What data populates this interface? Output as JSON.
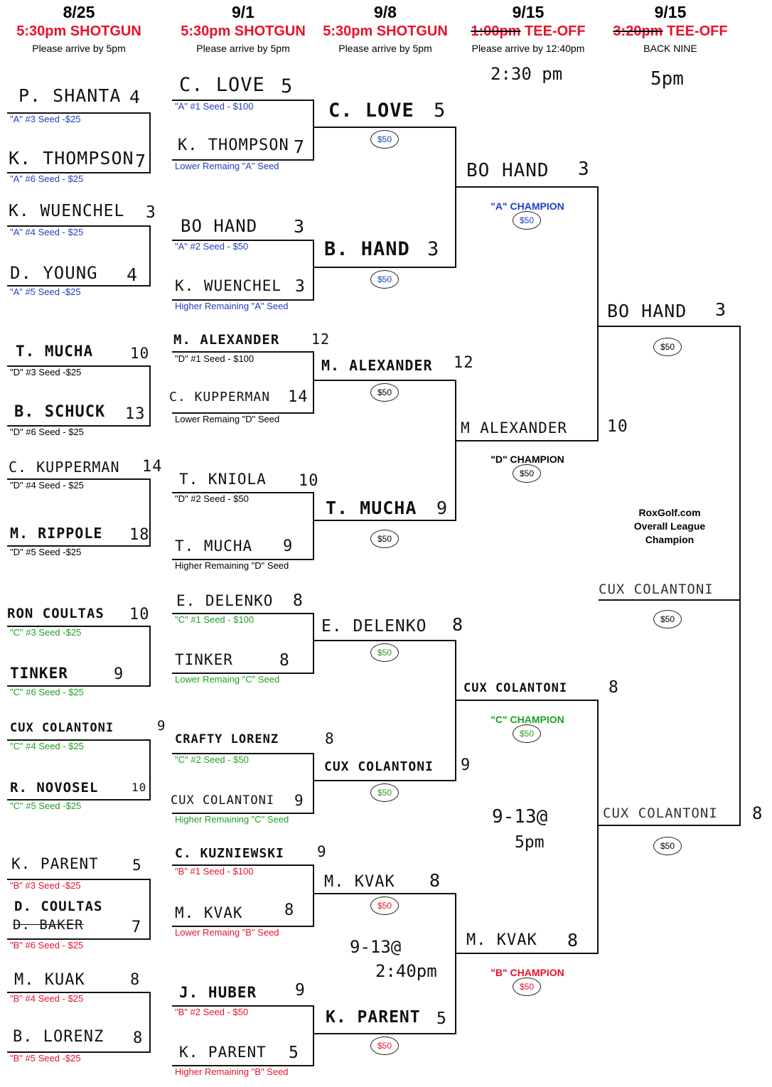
{
  "headers": [
    {
      "date": "8/25",
      "time": "5:30pm SHOTGUN",
      "arrive": "Please arrive by 5pm"
    },
    {
      "date": "9/1",
      "time": "5:30pm SHOTGUN",
      "arrive": "Please arrive by 5pm"
    },
    {
      "date": "9/8",
      "time": "5:30pm SHOTGUN",
      "arrive": "Please arrive by 5pm"
    },
    {
      "date": "9/15",
      "time_struck": "1:00pm",
      "time": "TEE-OFF",
      "arrive": "Please arrive by 12:40pm",
      "note": "2:30 pm"
    },
    {
      "date": "9/15",
      "time_struck": "3:20pm",
      "time": "TEE-OFF",
      "arrive": "BACK NINE",
      "note": "5pm"
    }
  ],
  "round1": {
    "m1": {
      "top": {
        "name": "P. SHANTA",
        "score": "4",
        "seed": "\"A\" #3 Seed -$25"
      },
      "bottom": {
        "name": "K. THOMPSON",
        "score": "7",
        "seed": "\"A\" #6 Seed - $25"
      }
    },
    "m2": {
      "top": {
        "name": "K. WUENCHEL",
        "score": "3",
        "seed": "\"A\" #4 Seed - $25"
      },
      "bottom": {
        "name": "D. YOUNG",
        "score": "4",
        "seed": "\"A\" #5 Seed -$25"
      }
    },
    "m3": {
      "top": {
        "name": "T. MUCHA",
        "score": "10",
        "seed": "\"D\" #3 Seed -$25"
      },
      "bottom": {
        "name": "B. SCHUCK",
        "score": "13",
        "seed": "\"D\" #6 Seed - $25"
      }
    },
    "m4": {
      "top": {
        "name": "C. KUPPERMAN",
        "score": "14",
        "seed": "\"D\" #4 Seed - $25"
      },
      "bottom": {
        "name": "M. RIPPOLE",
        "score": "18",
        "seed": "\"D\" #5 Seed -$25"
      }
    },
    "m5": {
      "top": {
        "name": "RON COULTAS",
        "score": "10",
        "seed": "\"C\" #3 Seed -$25"
      },
      "bottom": {
        "name": "TINKER",
        "score": "9",
        "seed": "\"C\" #6 Seed - $25"
      }
    },
    "m6": {
      "top": {
        "name": "CUX COLANTONI",
        "score": "9",
        "seed": "\"C\" #4 Seed - $25"
      },
      "bottom": {
        "name": "R. NOVOSEL",
        "score": "10",
        "seed": "\"C\" #5 Seed -$25"
      }
    },
    "m7": {
      "top": {
        "name": "K. PARENT",
        "score": "5",
        "seed": "\"B\" #3 Seed -$25"
      },
      "bottom": {
        "name": "D. COULTAS",
        "struck": "D. BAKER",
        "score": "7",
        "seed": "\"B\" #6 Seed - $25"
      }
    },
    "m8": {
      "top": {
        "name": "M. KUAK",
        "score": "8",
        "seed": "\"B\" #4 Seed - $25"
      },
      "bottom": {
        "name": "B. LORENZ",
        "score": "8",
        "seed": "\"B\" #5 Seed -$25"
      }
    }
  },
  "round2": {
    "m1": {
      "top": {
        "name": "C. LOVE",
        "score": "5",
        "seed": "\"A\" #1 Seed - $100"
      },
      "bottom": {
        "name": "K. THOMPSON",
        "score": "7",
        "seed": "Lower Remaing \"A\" Seed"
      }
    },
    "m2": {
      "top": {
        "name": "BO HAND",
        "score": "3",
        "seed": "\"A\" #2 Seed - $50"
      },
      "bottom": {
        "name": "K. WUENCHEL",
        "score": "3",
        "seed": "Higher Remaining \"A\" Seed"
      }
    },
    "m3": {
      "top": {
        "name": "M. ALEXANDER",
        "score": "12",
        "seed": "\"D\" #1 Seed - $100"
      },
      "bottom": {
        "name": "C. KUPPERMAN",
        "score": "14",
        "seed": "Lower Remaing \"D\" Seed"
      }
    },
    "m4": {
      "top": {
        "name": "T. KNIOLA",
        "score": "10",
        "seed": "\"D\" #2 Seed - $50"
      },
      "bottom": {
        "name": "T. MUCHA",
        "score": "9",
        "seed": "Higher Remaining \"D\" Seed"
      }
    },
    "m5": {
      "top": {
        "name": "E. DELENKO",
        "score": "8",
        "seed": "\"C\" #1 Seed - $100"
      },
      "bottom": {
        "name": "TINKER",
        "score": "8",
        "seed": "Lower Remaing \"C\" Seed"
      }
    },
    "m6": {
      "top": {
        "name": "CRAFTY LORENZ",
        "score": "8",
        "seed": "\"C\" #2 Seed - $50"
      },
      "bottom": {
        "name": "CUX COLANTONI",
        "score": "9",
        "seed": "Higher Remaining \"C\" Seed"
      }
    },
    "m7": {
      "top": {
        "name": "C. KUZNIEWSKI",
        "score": "9",
        "seed": "\"B\" #1 Seed - $100"
      },
      "bottom": {
        "name": "M. KVAK",
        "score": "8",
        "seed": "Lower Remaing \"B\" Seed"
      }
    },
    "m8": {
      "top": {
        "name": "J. HUBER",
        "score": "9",
        "seed": "\"B\" #2 Seed - $50"
      },
      "bottom": {
        "name": "K. PARENT",
        "score": "5",
        "seed": "Higher Remaining \"B\" Seed"
      }
    }
  },
  "round3": [
    {
      "name": "C. LOVE",
      "score": "5",
      "prize": "$50"
    },
    {
      "name": "B. HAND",
      "score": "3",
      "prize": "$50"
    },
    {
      "name": "M. ALEXANDER",
      "score": "12",
      "prize": "$50"
    },
    {
      "name": "T. MUCHA",
      "score": "9",
      "prize": "$50"
    },
    {
      "name": "E. DELENKO",
      "score": "8",
      "prize": "$50"
    },
    {
      "name": "CUX COLANTONI",
      "score": "9",
      "prize": "$50"
    },
    {
      "name": "M. KVAK",
      "score": "8",
      "prize": "$50"
    },
    {
      "name": "K. PARENT",
      "score": "5",
      "prize": "$50"
    }
  ],
  "round4": [
    {
      "name": "BO HAND",
      "score": "3",
      "champion": "\"A\" CHAMPION",
      "prize": "$50"
    },
    {
      "name": "M ALEXANDER",
      "score": "10",
      "champion": "\"D\" CHAMPION",
      "prize": "$50"
    },
    {
      "name": "CUX COLANTONI",
      "score": "8",
      "champion": "\"C\" CHAMPION",
      "prize": "$50"
    },
    {
      "name": "M. KVAK",
      "score": "8",
      "champion": "\"B\" CHAMPION",
      "prize": "$50"
    }
  ],
  "round5": [
    {
      "name": "BO HAND",
      "score": "3",
      "prize": "$50"
    },
    {
      "name": "CUX COLANTONI",
      "score": "",
      "prize": "$50"
    },
    {
      "name": "CUX COLANTONI",
      "score": "8",
      "prize": "$50"
    }
  ],
  "notes": {
    "r3": {
      "date": "9-13",
      "at": "@",
      "time": "2:40pm"
    },
    "r4": {
      "date": "9-13",
      "at": "@",
      "time": "5pm"
    }
  },
  "overall": {
    "line1": "RoxGolf.com",
    "line2": "Overall League",
    "line3": "Champion"
  },
  "colors": {
    "A": "#1f3fbf",
    "D": "#000000",
    "C": "#20a020",
    "B": "#e8112d",
    "header_time": "#e8112d"
  }
}
